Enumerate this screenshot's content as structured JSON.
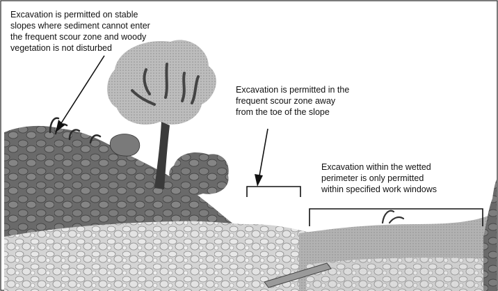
{
  "diagram": {
    "annotations": {
      "stable_slopes": "Excavation is permitted on stable\nslopes where sediment cannot enter\nthe frequent scour zone and woody\nvegetation is not disturbed",
      "frequent_scour": "Excavation is permitted in the\nfrequent scour zone away\nfrom the toe of the slope",
      "wetted_perimeter": "Excavation within the wetted\nperimeter is  only permitted\nwithin specified work windows"
    },
    "colors": {
      "background": "#ffffff",
      "bank_dark": "#5b5b5b",
      "bank_mid": "#8a8a8a",
      "gravel_light": "#c9c9c9",
      "foliage_light": "#bdbdbd",
      "water": "#a9a9a9",
      "line": "#111111"
    }
  }
}
